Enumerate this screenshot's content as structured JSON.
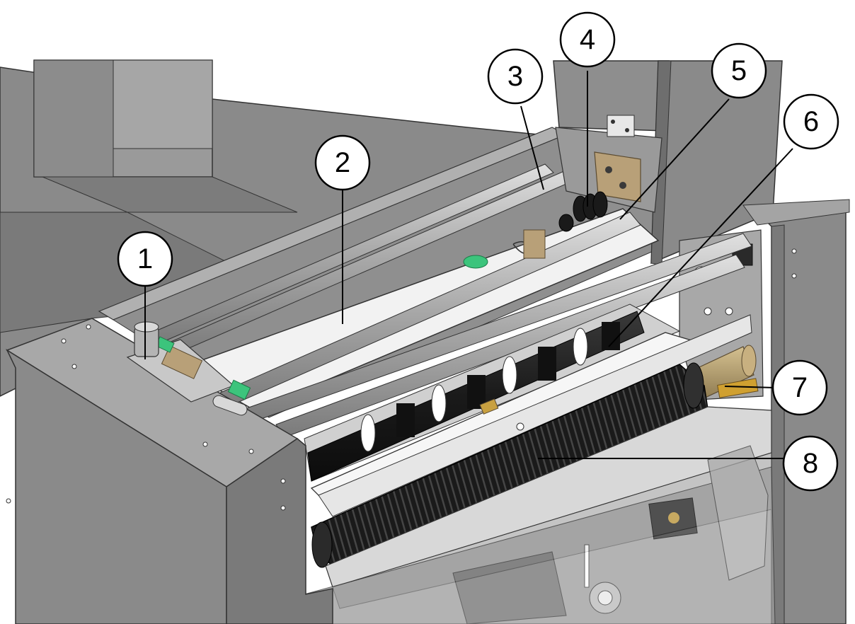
{
  "callouts": [
    {
      "id": "1",
      "label": "1"
    },
    {
      "id": "2",
      "label": "2"
    },
    {
      "id": "3",
      "label": "3"
    },
    {
      "id": "4",
      "label": "4"
    },
    {
      "id": "5",
      "label": "5"
    },
    {
      "id": "6",
      "label": "6"
    },
    {
      "id": "7",
      "label": "7"
    },
    {
      "id": "8",
      "label": "8"
    }
  ],
  "colors": {
    "housing": "#8a8a8a",
    "housing_dark": "#6e6e6e",
    "housing_light": "#b4b4b4",
    "white_plate": "#f2f2f2",
    "roller_black": "#1e1e1e",
    "brass": "#b8a078",
    "green_marker": "#3cc47c",
    "background": "#ffffff"
  }
}
